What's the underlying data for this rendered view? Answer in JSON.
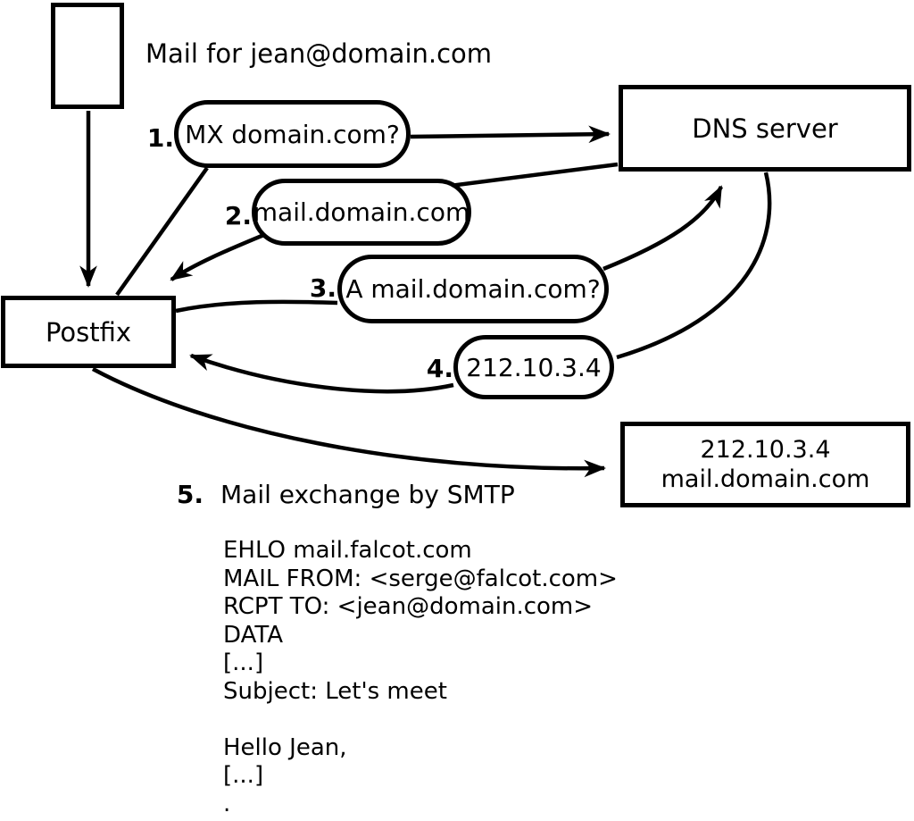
{
  "diagram": {
    "title": "Mail for jean@domain.com",
    "nodes": {
      "postfix": {
        "label": "Postfix"
      },
      "dns_server": {
        "label": "DNS server"
      },
      "target_server": {
        "line1": "212.10.3.4",
        "line2": "mail.domain.com"
      }
    },
    "steps": [
      {
        "num": "1.",
        "label": "MX domain.com?"
      },
      {
        "num": "2.",
        "label": "mail.domain.com"
      },
      {
        "num": "3.",
        "label": "A mail.domain.com?"
      },
      {
        "num": "4.",
        "label": "212.10.3.4"
      },
      {
        "num": "5.",
        "label": "Mail exchange by SMTP"
      }
    ],
    "smtp_session": [
      "EHLO mail.falcot.com",
      "MAIL FROM: <serge@falcot.com>",
      "RCPT TO: <jean@domain.com>",
      "DATA",
      "[...]",
      "Subject: Let's meet",
      "",
      "Hello Jean,",
      "[...]",
      "."
    ],
    "colors": {
      "stroke": "#000000",
      "background": "#ffffff"
    }
  }
}
